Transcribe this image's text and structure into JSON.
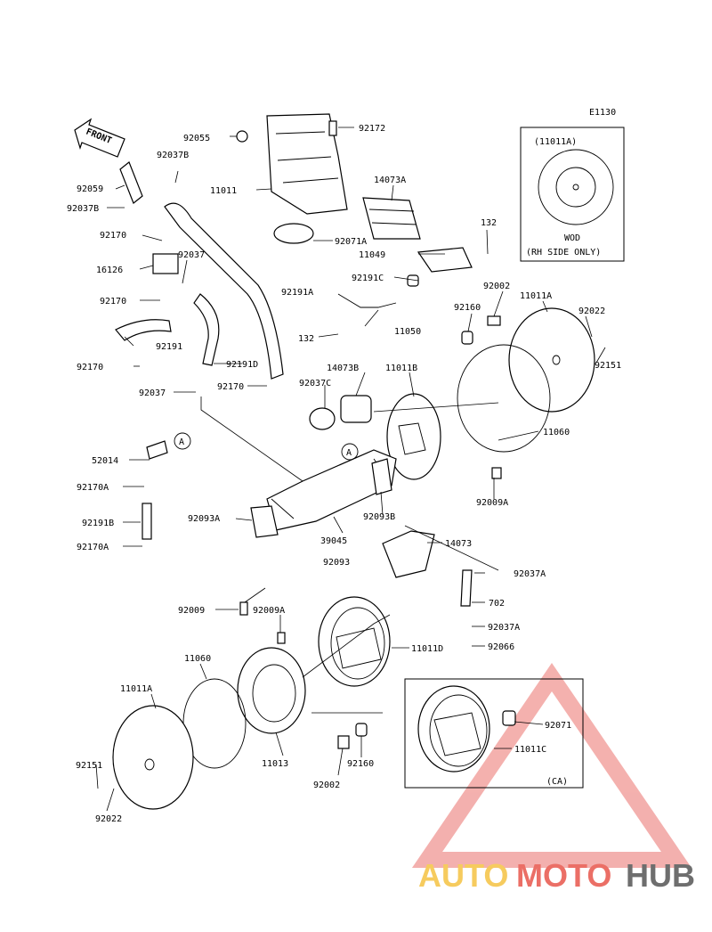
{
  "diagram_code": "E1130",
  "inset_wod": {
    "title": "(11011A)",
    "line1": "WOD",
    "line2": "(RH SIDE ONLY)"
  },
  "inset_ca": {
    "note": "(CA)"
  },
  "front_label": "FRONT",
  "ref_a": "A",
  "watermark": {
    "auto": "AUTO",
    "moto": "MOTO",
    "hub": "HUB",
    "colors": {
      "auto": "#f5c242",
      "moto": "#e8574c",
      "hub": "#555555"
    }
  },
  "labels": {
    "p92055": "92055",
    "p92172": "92172",
    "p92037B": "92037B",
    "p11011": "11011",
    "p14073A": "14073A",
    "p92059": "92059",
    "p92037B_2": "92037B",
    "p132_a": "132",
    "p92170_a": "92170",
    "p92071A": "92071A",
    "p11049": "11049",
    "p16126": "16126",
    "p92037_a": "92037",
    "p92191C": "92191C",
    "p92002_a": "92002",
    "p11011A_a": "11011A",
    "p92191A": "92191A",
    "p92170_b": "92170",
    "p92160_a": "92160",
    "p92022_a": "92022",
    "p132_b": "132",
    "p11050": "11050",
    "p92191": "92191",
    "p92151_a": "92151",
    "p92191D": "92191D",
    "p92170_c": "92170",
    "p14073B": "14073B",
    "p11011B": "11011B",
    "p92037C": "92037C",
    "p92170_d": "92170",
    "p92037_b": "92037",
    "p11060_a": "11060",
    "p52014": "52014",
    "p92009A_a": "92009A",
    "p92170A_a": "92170A",
    "p92191B": "92191B",
    "p92093A": "92093A",
    "p92093B": "92093B",
    "p92170A_b": "92170A",
    "p39045": "39045",
    "p14073": "14073",
    "p92093": "92093",
    "p92037A_a": "92037A",
    "p702": "702",
    "p92009": "92009",
    "p92009A_b": "92009A",
    "p92037A_b": "92037A",
    "p11011D": "11011D",
    "p92066": "92066",
    "p11060_b": "11060",
    "p11011A_b": "11011A",
    "p92071": "92071",
    "p11011C": "11011C",
    "p92151_b": "92151",
    "p11013": "11013",
    "p92160_b": "92160",
    "p92022_b": "92022",
    "p92002_b": "92002"
  }
}
